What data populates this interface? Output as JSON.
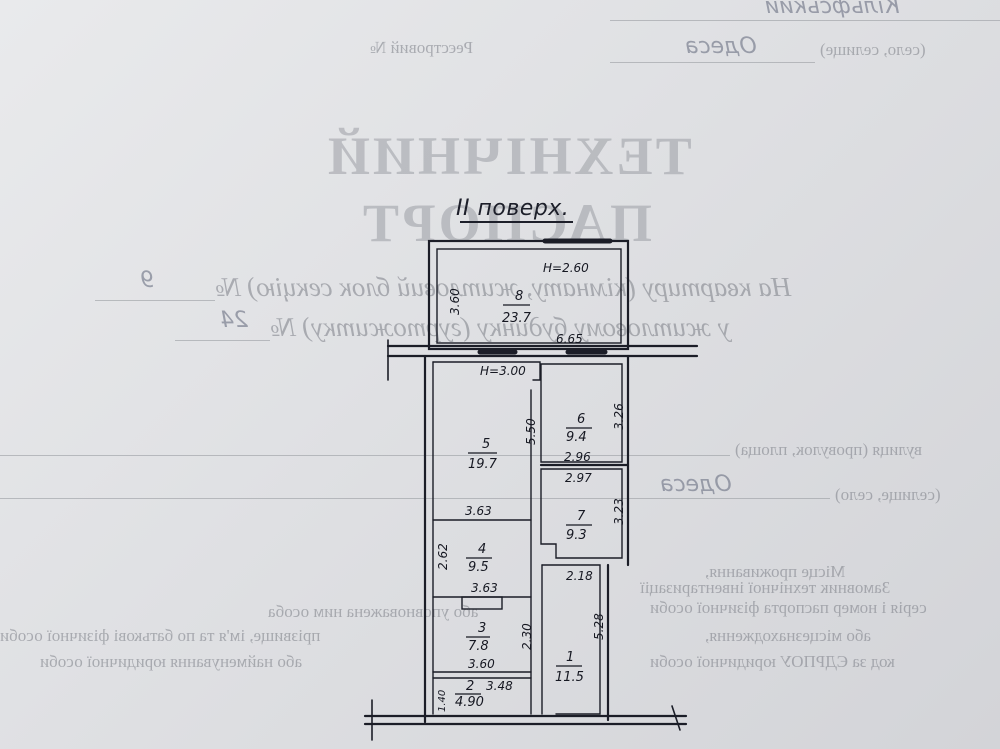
{
  "background_text": {
    "top_handwriting": "Кільфський",
    "city_line": "(село, селище)",
    "city_handwriting": "Одеса",
    "register_label": "Реєстровий №",
    "title_line1": "ТЕХНІЧНИЙ",
    "title_line2": "ПАСПОРТ",
    "apartment_line": "На квартиру (кімнату, житловий блок секцію) №",
    "apartment_number": "9",
    "building_line": "у житловому будинку (гуртожитку) №",
    "building_number": "24",
    "street_line": "вулиця (провулок, площа)",
    "settlement_line": "(селище, село)",
    "settlement_handwriting": "Одеса",
    "customer_line1": "Замовник технічної інвентаризації",
    "customer_line2": "або уповноважена ним особа",
    "customer_line3": "прізвище, ім'я та по батькові фізичної особи",
    "customer_line4": "або найменування юридичної особи",
    "residence_line1": "Місце проживання,",
    "residence_line2": "серія і номер паспорта фізичної особи",
    "residence_line3": "або місцезнаходження,",
    "residence_line4": "код за ЄДРПОУ юридичної особи"
  },
  "plan": {
    "floor_title": "II поверх.",
    "rooms": [
      {
        "number": "8",
        "area": "23.7"
      },
      {
        "number": "6",
        "area": "9.4"
      },
      {
        "number": "7",
        "area": "9.3"
      },
      {
        "number": "5",
        "area": "19.7"
      },
      {
        "number": "4",
        "area": "9.5"
      },
      {
        "number": "3",
        "area": "7.8"
      },
      {
        "number": "2",
        "area": "4.90"
      },
      {
        "number": "1",
        "area": "11.5"
      }
    ],
    "dimensions": {
      "height_top": "H=2.60",
      "height_mid": "H=3.00",
      "dim_360_left": "3.60",
      "dim_665": "6.65",
      "dim_550": "5.50",
      "dim_326": "3.26",
      "dim_296": "2.96",
      "dim_297": "2.97",
      "dim_323": "3.23",
      "dim_363_top": "3.63",
      "dim_262": "2.62",
      "dim_363_bottom": "3.63",
      "dim_218": "2.18",
      "dim_528": "5.28",
      "dim_230": "2.30",
      "dim_360_bottom": "3.60",
      "dim_348": "3.48",
      "dim_140": "1.40"
    }
  }
}
